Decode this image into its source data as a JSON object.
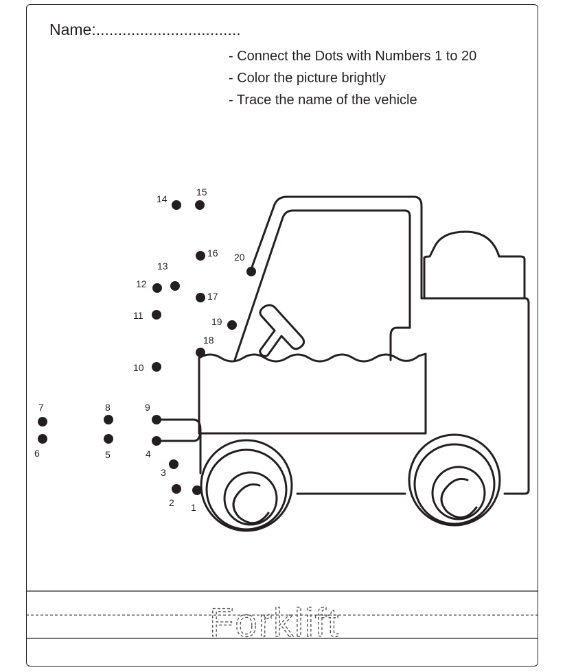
{
  "worksheet": {
    "name_label": "Name:.................................",
    "instructions": [
      "- Connect the Dots with Numbers 1 to 20",
      "- Color the picture brightly",
      "- Trace the name of the vehicle"
    ],
    "trace_word": "Forklift"
  },
  "dots": [
    "1",
    "2",
    "3",
    "4",
    "5",
    "6",
    "7",
    "8",
    "9",
    "10",
    "11",
    "12",
    "13",
    "14",
    "15",
    "16",
    "17",
    "18",
    "19",
    "20"
  ],
  "colors": {
    "ink": "#231f20",
    "trace": "#555555"
  }
}
